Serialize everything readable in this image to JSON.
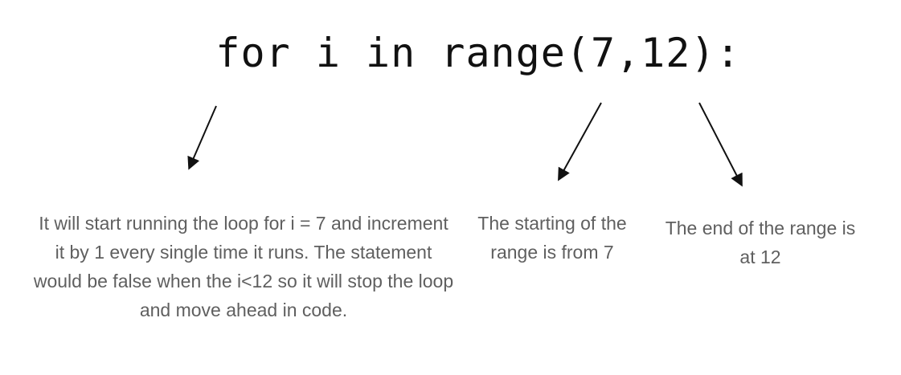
{
  "code": {
    "line": "for i in range(7,12):"
  },
  "annotations": [
    {
      "text": "It will start running the loop for i = 7 and increment it by 1 every single time it runs.  The statement would be false when the i<12 so it will stop the loop and move ahead in code."
    },
    {
      "text": "The starting of the range is from 7"
    },
    {
      "text": "The end of the range is at 12"
    }
  ],
  "colors": {
    "code_text": "#111111",
    "annotation_text": "#5f5f5f",
    "arrow": "#111111"
  }
}
